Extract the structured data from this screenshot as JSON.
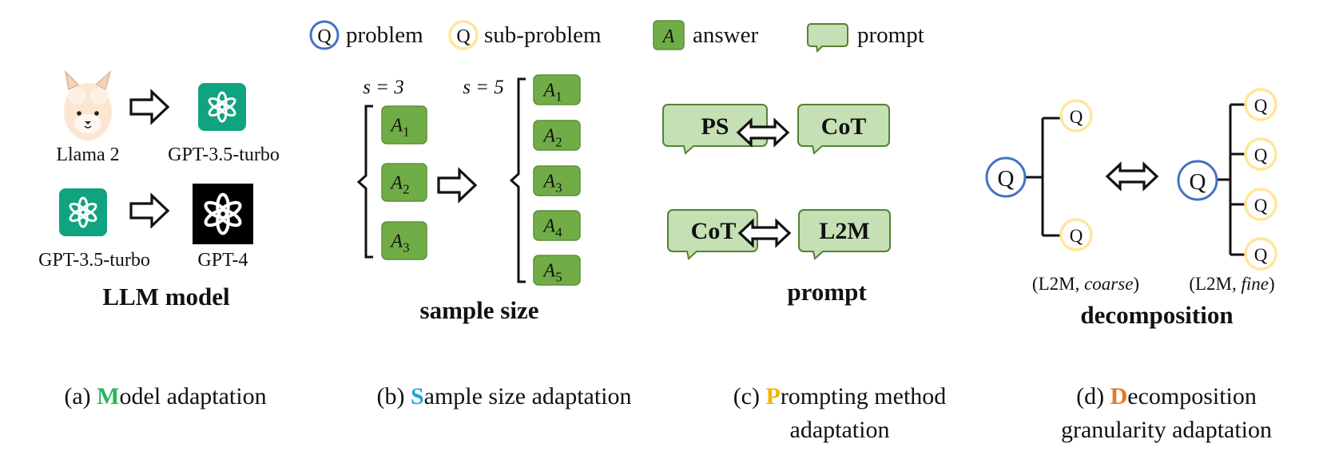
{
  "legend": {
    "q_symbol": "Q",
    "problem_label": "problem",
    "subproblem_label": "sub-problem",
    "answer_symbol": "A",
    "answer_label": "answer",
    "prompt_label": "prompt"
  },
  "model": {
    "row1_left": "Llama 2",
    "row1_right": "GPT-3.5-turbo",
    "row2_left": "GPT-3.5-turbo",
    "row2_right": "GPT-4",
    "title": "LLM model",
    "caption_prefix": "(a) ",
    "caption_letter": "M",
    "caption_rest": "odel adaptation",
    "caption_color": "#2db35d"
  },
  "sample": {
    "s_small_label": "s = 3",
    "s_large_label": "s = 5",
    "answer_letter": "A",
    "small_subs": [
      "1",
      "2",
      "3"
    ],
    "large_subs": [
      "1",
      "2",
      "3",
      "4",
      "5"
    ],
    "title": "sample size",
    "caption_prefix": "(b) ",
    "caption_letter": "S",
    "caption_rest": "ample size adaptation",
    "caption_color": "#1ea5d8"
  },
  "prompt": {
    "row1_left": "PS",
    "row1_right": "CoT",
    "row2_left": "CoT",
    "row2_right": "L2M",
    "title": "prompt",
    "caption_prefix": "(c) ",
    "caption_letter": "P",
    "caption_rest": "rompting method",
    "caption_line2": "adaptation",
    "caption_color": "#f5b400"
  },
  "decomp": {
    "q_symbol": "Q",
    "coarse_prefix": "(L2M, ",
    "coarse_word": "coarse",
    "coarse_suffix": ")",
    "fine_prefix": "(L2M, ",
    "fine_word": "fine",
    "fine_suffix": ")",
    "title": "decomposition",
    "caption_prefix": "(d) ",
    "caption_letter": "D",
    "caption_rest": "ecomposition",
    "caption_line2": "granularity adaptation",
    "caption_color": "#e87722"
  }
}
